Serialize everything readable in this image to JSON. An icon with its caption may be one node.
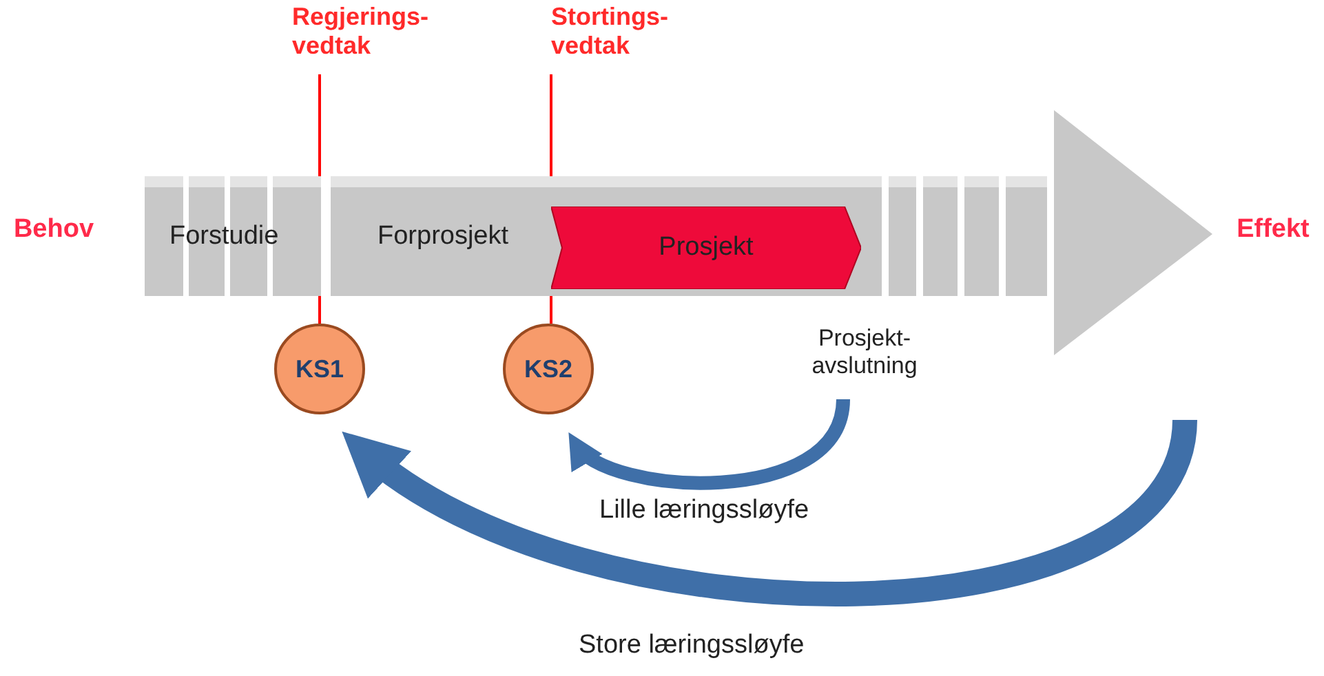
{
  "diagram": {
    "nodes": [
      {
        "text": [
          "Behov"
        ]
      },
      {
        "text": [
          "Forstudie"
        ]
      },
      {
        "text": [
          "Forprosjekt"
        ]
      },
      {
        "text": [
          "Prosjekt"
        ],
        "in": 2
      },
      {
        "text": [
          "Effekt"
        ]
      },
      {
        "text": [
          "Regjerings- vedtak"
        ]
      },
      {
        "text": [
          "Stortings- vedtak"
        ]
      },
      {
        "text": [
          "KS1"
        ]
      },
      {
        "text": [
          "KS2"
        ]
      },
      {
        "text": [
          "Prosjekt- avslutning"
        ]
      }
    ],
    "edges": [
      {
        "from": 5,
        "to": 7,
        "arrow": "none",
        "color": "#ff0000"
      },
      {
        "from": 6,
        "to": 8,
        "arrow": "none",
        "color": "#ff0000"
      },
      {
        "from": 9,
        "to": 8,
        "arrow": "to",
        "label": "Lille læringssløyfe",
        "style": "thick",
        "color": "#3f6fa8"
      },
      {
        "from": null,
        "to": 7,
        "arrow": "to",
        "label": "Store læringssløyfe",
        "style": "thick",
        "color": "#3f6fa8"
      }
    ]
  }
}
